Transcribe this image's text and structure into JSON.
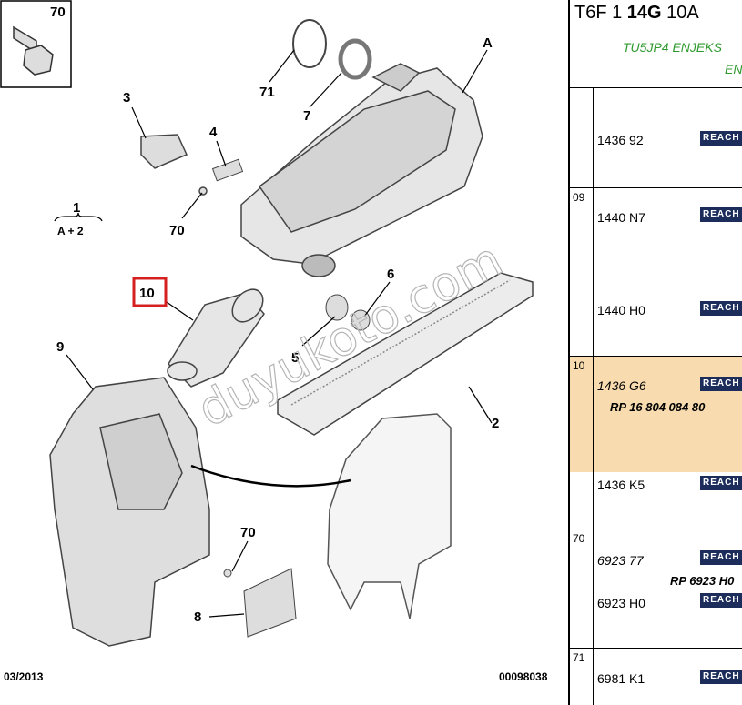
{
  "diagram": {
    "callouts": {
      "c70_box": "70",
      "c71": "71",
      "c7": "7",
      "cA": "A",
      "c3": "3",
      "c4": "4",
      "c70_mid": "70",
      "c1": "1",
      "c1_sub": "A + 2",
      "c10": "10",
      "c6": "6",
      "c5": "5",
      "c9": "9",
      "c2": "2",
      "c70_low": "70",
      "c8": "8"
    },
    "watermark": "duyukoto.com",
    "date": "03/2013",
    "docnum": "00098038"
  },
  "panel": {
    "header_pre": "T6F 1 ",
    "header_bold": "14G",
    "header_post": " 10A",
    "engine_line1": "TU5JP4 ENJEKS",
    "engine_line2": "EN",
    "rows": [
      {
        "num": "",
        "ref": "1436 92",
        "badge": "REACH"
      },
      {
        "num": "09",
        "ref": "1440 N7",
        "badge": "REACH",
        "ref2": "1440 H0",
        "badge2": "REACH"
      },
      {
        "num": "10",
        "ref": "1436 G6",
        "badge": "REACH",
        "rp": "RP 16 804 084 80"
      },
      {
        "num": "",
        "ref": "1436 K5",
        "badge": "REACH"
      },
      {
        "num": "70",
        "ref": "6923 77",
        "badge": "REACH",
        "rp": "RP 6923 H0",
        "ref2": "6923 H0",
        "badge2": "REACH"
      },
      {
        "num": "71",
        "ref": "6981 K1",
        "badge": "REACH"
      }
    ]
  },
  "colors": {
    "highlight": "#f8dcb0",
    "callout_box": "#d62020",
    "badge": "#1c2d5c",
    "engine_text": "#2e9a2e"
  }
}
